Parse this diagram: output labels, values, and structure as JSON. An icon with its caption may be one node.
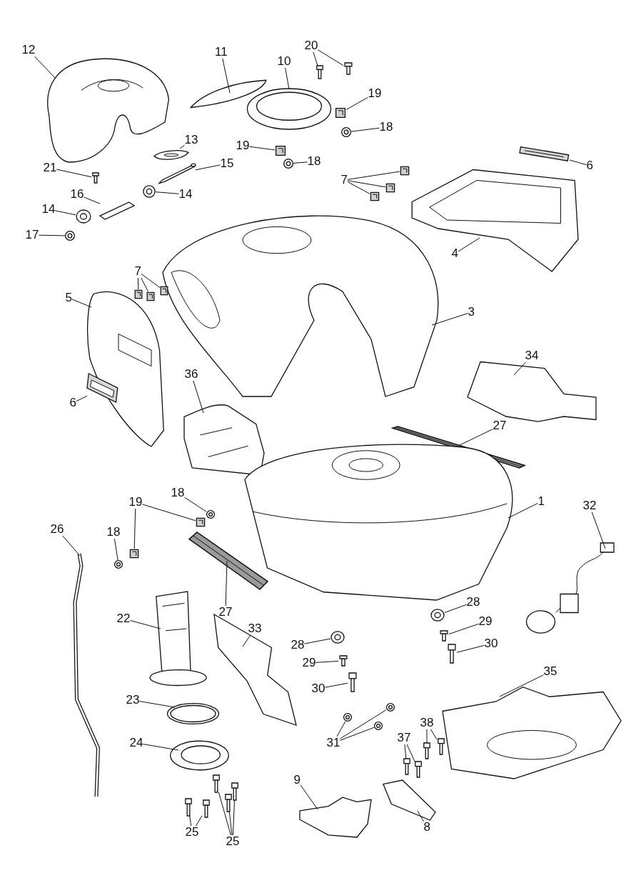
{
  "diagram": {
    "nodes": [
      {
        "text": [
          "12"
        ]
      },
      {
        "text": [],
        "shape": "picture"
      },
      {
        "text": [
          "11"
        ]
      },
      {
        "text": [],
        "shape": "picture"
      },
      {
        "text": [
          "10"
        ]
      },
      {
        "text": [],
        "shape": "picture"
      },
      {
        "text": [
          "20"
        ]
      },
      {
        "text": [],
        "shape": "picture"
      },
      {
        "text": [],
        "shape": "picture"
      },
      {
        "text": [
          "19"
        ]
      },
      {
        "text": [],
        "shape": "picture"
      },
      {
        "text": [
          "18"
        ]
      },
      {
        "text": [],
        "shape": "picture"
      },
      {
        "text": [
          "19"
        ]
      },
      {
        "text": [],
        "shape": "picture"
      },
      {
        "text": [
          "18"
        ]
      },
      {
        "text": [],
        "shape": "picture"
      },
      {
        "text": [
          "13"
        ]
      },
      {
        "text": [],
        "shape": "picture"
      },
      {
        "text": [
          "21"
        ]
      },
      {
        "text": [],
        "shape": "picture"
      },
      {
        "text": [
          "15"
        ]
      },
      {
        "text": [],
        "shape": "picture"
      },
      {
        "text": [
          "14"
        ]
      },
      {
        "text": [],
        "shape": "picture"
      },
      {
        "text": [
          "16"
        ]
      },
      {
        "text": [],
        "shape": "picture"
      },
      {
        "text": [
          "14"
        ]
      },
      {
        "text": [],
        "shape": "picture"
      },
      {
        "text": [
          "17"
        ]
      },
      {
        "text": [],
        "shape": "picture"
      },
      {
        "text": [
          "6"
        ]
      },
      {
        "text": [],
        "shape": "picture"
      },
      {
        "text": [
          "7"
        ]
      },
      {
        "text": [],
        "shape": "picture"
      },
      {
        "text": [],
        "shape": "picture"
      },
      {
        "text": [],
        "shape": "picture"
      },
      {
        "text": [
          "4"
        ]
      },
      {
        "text": [],
        "shape": "picture"
      },
      {
        "text": [
          "3"
        ]
      },
      {
        "text": [],
        "shape": "picture"
      },
      {
        "text": [
          "7"
        ]
      },
      {
        "text": [],
        "shape": "picture"
      },
      {
        "text": [],
        "shape": "picture"
      },
      {
        "text": [],
        "shape": "picture"
      },
      {
        "text": [
          "5"
        ]
      },
      {
        "text": [],
        "shape": "picture"
      },
      {
        "text": [
          "6"
        ]
      },
      {
        "text": [],
        "shape": "picture"
      },
      {
        "text": [
          "34"
        ]
      },
      {
        "text": [],
        "shape": "picture"
      },
      {
        "text": [
          "36"
        ]
      },
      {
        "text": [],
        "shape": "picture"
      },
      {
        "text": [
          "27"
        ]
      },
      {
        "text": [],
        "shape": "picture"
      },
      {
        "text": [
          "1"
        ]
      },
      {
        "text": [],
        "shape": "picture"
      },
      {
        "text": [
          "32"
        ]
      },
      {
        "text": [],
        "shape": "picture"
      },
      {
        "text": [
          "18"
        ]
      },
      {
        "text": [],
        "shape": "picture"
      },
      {
        "text": [
          "19"
        ]
      },
      {
        "text": [],
        "shape": "picture"
      },
      {
        "text": [],
        "shape": "picture"
      },
      {
        "text": [
          "26"
        ]
      },
      {
        "text": [],
        "shape": "picture"
      },
      {
        "text": [
          "18"
        ]
      },
      {
        "text": [],
        "shape": "picture"
      },
      {
        "text": [
          "27"
        ]
      },
      {
        "text": [],
        "shape": "picture"
      },
      {
        "text": [
          "22"
        ]
      },
      {
        "text": [],
        "shape": "picture"
      },
      {
        "text": [
          "33"
        ]
      },
      {
        "text": [],
        "shape": "picture"
      },
      {
        "text": [
          "28"
        ]
      },
      {
        "text": [],
        "shape": "picture"
      },
      {
        "text": [
          "29"
        ]
      },
      {
        "text": [],
        "shape": "picture"
      },
      {
        "text": [
          "30"
        ]
      },
      {
        "text": [],
        "shape": "picture"
      },
      {
        "text": [
          "28"
        ]
      },
      {
        "text": [],
        "shape": "picture"
      },
      {
        "text": [
          "29"
        ]
      },
      {
        "text": [],
        "shape": "picture"
      },
      {
        "text": [
          "30"
        ]
      },
      {
        "text": [],
        "shape": "picture"
      },
      {
        "text": [
          "35"
        ]
      },
      {
        "text": [],
        "shape": "picture"
      },
      {
        "text": [
          "23"
        ]
      },
      {
        "text": [],
        "shape": "picture"
      },
      {
        "text": [
          "31"
        ]
      },
      {
        "text": [],
        "shape": "picture"
      },
      {
        "text": [],
        "shape": "picture"
      },
      {
        "text": [],
        "shape": "picture"
      },
      {
        "text": [
          "24"
        ]
      },
      {
        "text": [],
        "shape": "picture"
      },
      {
        "text": [
          "37"
        ]
      },
      {
        "text": [],
        "shape": "picture"
      },
      {
        "text": [],
        "shape": "picture"
      },
      {
        "text": [
          "38"
        ]
      },
      {
        "text": [],
        "shape": "picture"
      },
      {
        "text": [],
        "shape": "picture"
      },
      {
        "text": [
          "9"
        ]
      },
      {
        "text": [],
        "shape": "picture"
      },
      {
        "text": [
          "8"
        ]
      },
      {
        "text": [],
        "shape": "picture"
      },
      {
        "text": [
          "25"
        ]
      },
      {
        "text": [],
        "shape": "picture"
      },
      {
        "text": [],
        "shape": "picture"
      },
      {
        "text": [
          "25"
        ]
      },
      {
        "text": [],
        "shape": "picture"
      },
      {
        "text": [],
        "shape": "picture"
      },
      {
        "text": [],
        "shape": "picture"
      }
    ],
    "edges": [
      {
        "from": 0,
        "to": 1,
        "arrow": "none"
      },
      {
        "from": 2,
        "to": 3,
        "arrow": "none"
      },
      {
        "from": 4,
        "to": 5,
        "arrow": "none"
      },
      {
        "from": 6,
        "to": 7,
        "arrow": "none"
      },
      {
        "from": 6,
        "to": 8,
        "arrow": "none"
      },
      {
        "from": 9,
        "to": 10,
        "arrow": "none"
      },
      {
        "from": 11,
        "to": 12,
        "arrow": "none"
      },
      {
        "from": 13,
        "to": 14,
        "arrow": "none"
      },
      {
        "from": 15,
        "to": 16,
        "arrow": "none"
      },
      {
        "from": 17,
        "to": 18,
        "arrow": "none"
      },
      {
        "from": 19,
        "to": 20,
        "arrow": "none"
      },
      {
        "from": 21,
        "to": 22,
        "arrow": "none"
      },
      {
        "from": 23,
        "to": 24,
        "arrow": "none"
      },
      {
        "from": 25,
        "to": 26,
        "arrow": "none"
      },
      {
        "from": 27,
        "to": 28,
        "arrow": "none"
      },
      {
        "from": 29,
        "to": 30,
        "arrow": "none"
      },
      {
        "from": 31,
        "to": 32,
        "arrow": "none"
      },
      {
        "from": 33,
        "to": 34,
        "arrow": "none"
      },
      {
        "from": 33,
        "to": 35,
        "arrow": "none"
      },
      {
        "from": 33,
        "to": 36,
        "arrow": "none"
      },
      {
        "from": 37,
        "to": 38,
        "arrow": "none"
      },
      {
        "from": 39,
        "to": 40,
        "arrow": "none"
      },
      {
        "from": 41,
        "to": 42,
        "arrow": "none"
      },
      {
        "from": 41,
        "to": 43,
        "arrow": "none"
      },
      {
        "from": 41,
        "to": 44,
        "arrow": "none"
      },
      {
        "from": 45,
        "to": 46,
        "arrow": "none"
      },
      {
        "from": 47,
        "to": 48,
        "arrow": "none"
      },
      {
        "from": 49,
        "to": 50,
        "arrow": "none"
      },
      {
        "from": 51,
        "to": 52,
        "arrow": "none"
      },
      {
        "from": 53,
        "to": 54,
        "arrow": "none"
      },
      {
        "from": 55,
        "to": 56,
        "arrow": "none"
      },
      {
        "from": 57,
        "to": 58,
        "arrow": "none"
      },
      {
        "from": 59,
        "to": 60,
        "arrow": "none"
      },
      {
        "from": 61,
        "to": 62,
        "arrow": "none"
      },
      {
        "from": 61,
        "to": 63,
        "arrow": "none"
      },
      {
        "from": 64,
        "to": 65,
        "arrow": "none"
      },
      {
        "from": 66,
        "to": 67,
        "arrow": "none"
      },
      {
        "from": 68,
        "to": 69,
        "arrow": "none"
      },
      {
        "from": 70,
        "to": 71,
        "arrow": "none"
      },
      {
        "from": 72,
        "to": 73,
        "arrow": "none"
      },
      {
        "from": 74,
        "to": 75,
        "arrow": "none"
      },
      {
        "from": 76,
        "to": 77,
        "arrow": "none"
      },
      {
        "from": 78,
        "to": 79,
        "arrow": "none"
      },
      {
        "from": 80,
        "to": 81,
        "arrow": "none"
      },
      {
        "from": 82,
        "to": 83,
        "arrow": "none"
      },
      {
        "from": 84,
        "to": 85,
        "arrow": "none"
      },
      {
        "from": 86,
        "to": 87,
        "arrow": "none"
      },
      {
        "from": 88,
        "to": 89,
        "arrow": "none"
      },
      {
        "from": 90,
        "to": 91,
        "arrow": "none"
      },
      {
        "from": 90,
        "to": 92,
        "arrow": "none"
      },
      {
        "from": 90,
        "to": 93,
        "arrow": "none"
      },
      {
        "from": 94,
        "to": 95,
        "arrow": "none"
      },
      {
        "from": 96,
        "to": 97,
        "arrow": "none"
      },
      {
        "from": 96,
        "to": 98,
        "arrow": "none"
      },
      {
        "from": 99,
        "to": 100,
        "arrow": "none"
      },
      {
        "from": 99,
        "to": 101,
        "arrow": "none"
      },
      {
        "from": 102,
        "to": 103,
        "arrow": "none"
      },
      {
        "from": 104,
        "to": 105,
        "arrow": "none"
      },
      {
        "from": 106,
        "to": 107,
        "arrow": "none"
      },
      {
        "from": 106,
        "to": 108,
        "arrow": "none"
      },
      {
        "from": 109,
        "to": 110,
        "arrow": "none"
      },
      {
        "from": 109,
        "to": 111,
        "arrow": "none"
      },
      {
        "from": 109,
        "to": 112,
        "arrow": "none"
      }
    ]
  }
}
